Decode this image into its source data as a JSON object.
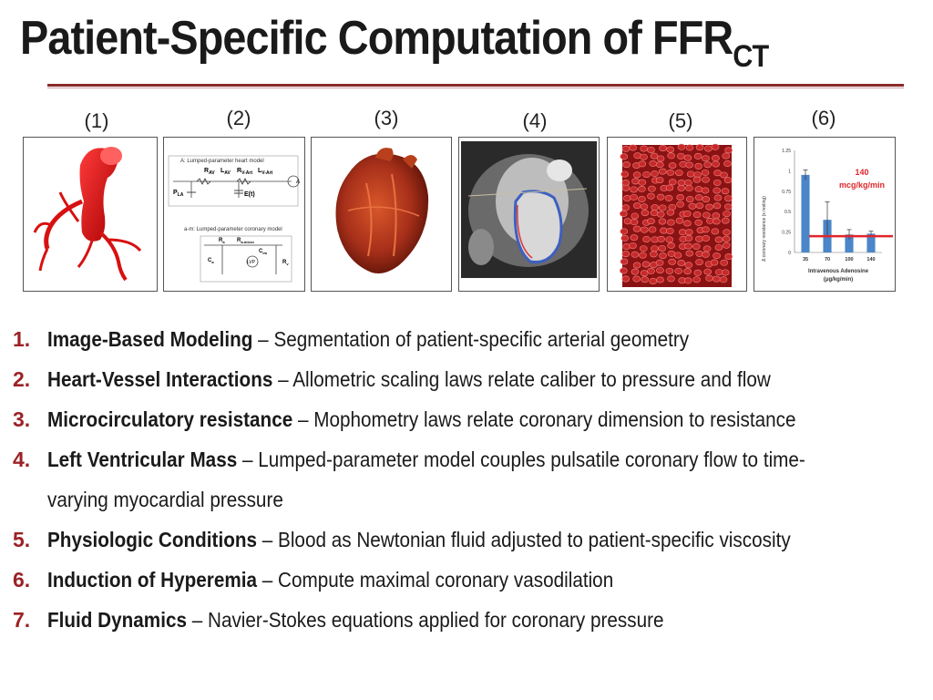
{
  "title": {
    "main": "Patient-Specific Computation of FFR",
    "sub": "CT"
  },
  "panel_labels": [
    "(1)",
    "(2)",
    "(3)",
    "(4)",
    "(5)",
    "(6)"
  ],
  "circuit": {
    "heading_a": "A: Lumped-parameter heart model",
    "heading_b": "a-m: Lumped-parameter coronary model",
    "r_av": "R",
    "r_av_sub": "AV",
    "l_av": "L",
    "l_av_sub": "AV",
    "r_vart": "R",
    "r_vart_sub": "V-Art",
    "l_vart": "L",
    "l_vart_sub": "V-Art",
    "p_la": "P",
    "p_la_sub": "LA",
    "e_t": "E(t)",
    "a_label": "A",
    "r_a": "R",
    "r_a_sub": "a",
    "r_amicro": "R",
    "r_amicro_sub": "a-micro",
    "c_a": "C",
    "c_a_sub": "a",
    "c_im": "C",
    "c_im_sub": "im",
    "lvp": "LVP",
    "r_v": "R",
    "r_v_sub": "v"
  },
  "chart_data": {
    "type": "bar",
    "categories": [
      "35",
      "70",
      "100",
      "140"
    ],
    "values": [
      0.95,
      0.4,
      0.22,
      0.23
    ],
    "errors": [
      0.06,
      0.22,
      0.06,
      0.03
    ],
    "ylabel": "Δ coronary resistance (x resting)",
    "xlabel_line1": "Intravenous Adenosine",
    "xlabel_line2": "(μg/kg/min)",
    "yticks": [
      "0",
      "0.25",
      "0.5",
      "0.75",
      "1",
      "1.25"
    ],
    "ylim": [
      0,
      1.25
    ],
    "annotation_line1": "140",
    "annotation_line2": "mcg/kg/min",
    "bar_color": "#4a86c8",
    "threshold_color": "#e0262b",
    "threshold_value": 0.2
  },
  "items": [
    {
      "num": "1.",
      "bold": "Image-Based Modeling",
      "rest": " – Segmentation of patient-specific arterial geometry"
    },
    {
      "num": "2.",
      "bold": "Heart-Vessel Interactions",
      "rest": " – Allometric scaling laws relate caliber to pressure and flow"
    },
    {
      "num": "3.",
      "bold": "Microcirculatory resistance",
      "rest": " – Mophometry laws relate coronary dimension to resistance"
    },
    {
      "num": "4.",
      "bold": "Left Ventricular Mass",
      "rest": " – Lumped-parameter model couples pulsatile coronary flow to time-",
      "cont": "varying myocardial pressure"
    },
    {
      "num": "5.",
      "bold": "Physiologic Conditions",
      "rest": " – Blood as Newtonian fluid adjusted to patient-specific viscosity"
    },
    {
      "num": "6.",
      "bold": "Induction of Hyperemia",
      "rest": " – Compute maximal coronary vasodilation"
    },
    {
      "num": "7.",
      "bold": "Fluid Dynamics",
      "rest": " – Navier-Stokes equations applied for coronary pressure"
    }
  ]
}
